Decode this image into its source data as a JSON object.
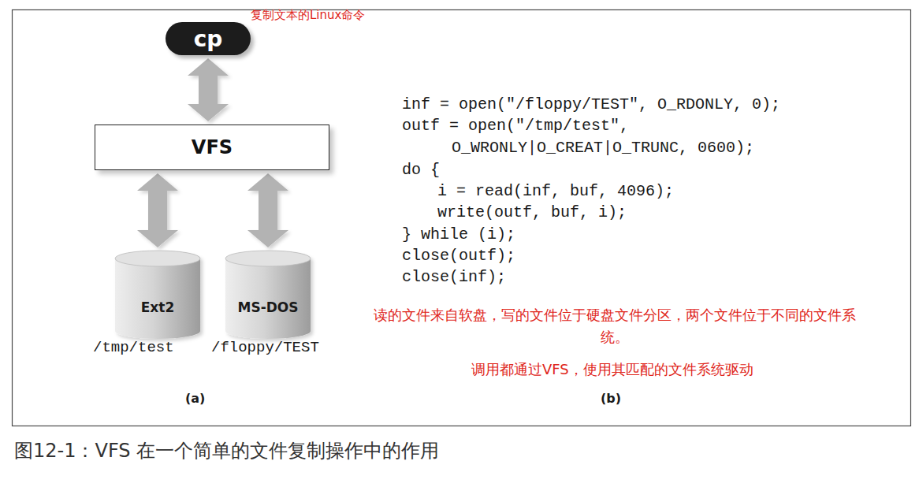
{
  "diagram": {
    "caption": "图12-1：VFS 在一个简单的文件复制操作中的作用",
    "nodes": [
      {
        "text": [
          "cp"
        ]
      },
      {
        "text": [
          "VFS"
        ]
      },
      {
        "text": [
          "Ext2"
        ]
      },
      {
        "text": [
          "MS-DOS"
        ]
      }
    ],
    "edges": [
      {
        "from": 0,
        "to": 1,
        "arrow": "both"
      },
      {
        "from": 1,
        "to": 2,
        "arrow": "both"
      },
      {
        "from": 1,
        "to": 3,
        "arrow": "both"
      }
    ],
    "labels": [
      "复制文本的Linux命令",
      "/tmp/test",
      "/floppy/TEST",
      "(a)",
      "inf = open(\"/floppy/TEST\", O_RDONLY, 0);",
      "outf = open(\"/tmp/test\",",
      "O_WRONLY|O_CREAT|O_TRUNC, 0600);",
      "do {",
      "i = read(inf, buf, 4096);",
      "write(outf, buf, i);",
      "} while (i);",
      "close(outf);",
      "close(inf);",
      "读的文件来自软盘，写的文件位于硬盘文件分区，两个文件位于不同的文件系统。",
      "调用都通过VFS，使用其匹配的文件系统驱动",
      "(b)"
    ]
  }
}
